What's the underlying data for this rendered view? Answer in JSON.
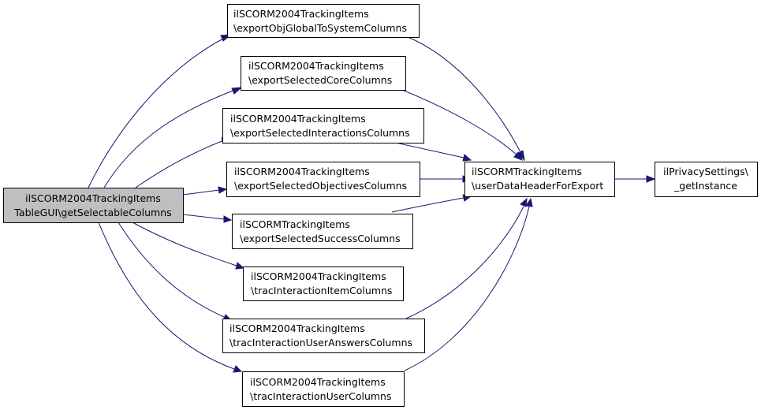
{
  "graph": {
    "edge_color": "#191970",
    "root_fill": "#bfbfbf",
    "node_fill": "#ffffff",
    "nodes": {
      "root": {
        "line1": "ilSCORM2004TrackingItems",
        "line2": "TableGUI\\getSelectableColumns"
      },
      "n1": {
        "line1": "ilSCORM2004TrackingItems",
        "line2": "\\exportObjGlobalToSystemColumns"
      },
      "n2": {
        "line1": "ilSCORM2004TrackingItems",
        "line2": "\\exportSelectedCoreColumns"
      },
      "n3": {
        "line1": "ilSCORM2004TrackingItems",
        "line2": "\\exportSelectedInteractionsColumns"
      },
      "n4": {
        "line1": "ilSCORM2004TrackingItems",
        "line2": "\\exportSelectedObjectivesColumns"
      },
      "n5": {
        "line1": "ilSCORMTrackingItems",
        "line2": "\\exportSelectedSuccessColumns"
      },
      "n6": {
        "line1": "ilSCORM2004TrackingItems",
        "line2": "\\tracInteractionItemColumns"
      },
      "n7": {
        "line1": "ilSCORM2004TrackingItems",
        "line2": "\\tracInteractionUserAnswersColumns"
      },
      "n8": {
        "line1": "ilSCORM2004TrackingItems",
        "line2": "\\tracInteractionUserColumns"
      },
      "mid": {
        "line1": "ilSCORMTrackingItems",
        "line2": "\\userDataHeaderForExport"
      },
      "end": {
        "line1": "ilPrivacySettings\\",
        "line2": "_getInstance"
      }
    }
  }
}
